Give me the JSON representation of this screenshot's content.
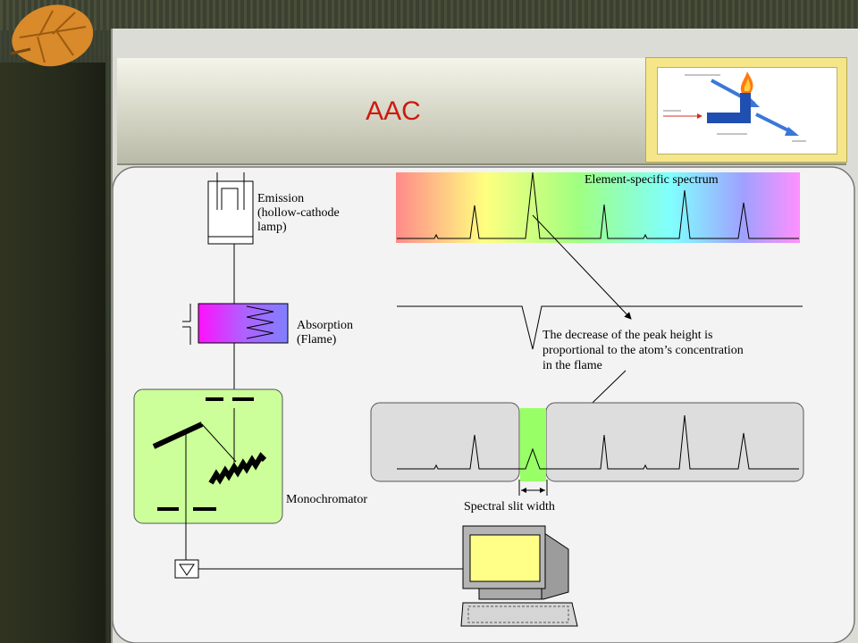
{
  "slide": {
    "title": "AAC"
  },
  "diagram": {
    "emission_label": [
      "Emission",
      "(hollow-cathode",
      "lamp)"
    ],
    "absorption_label": [
      "Absorption",
      "(Flame)"
    ],
    "monochromator_label": "Monochromator",
    "spectrum_label": "Element-specific spectrum",
    "note_lines": [
      "The decrease of the peak height is",
      "proportional to the atom’s concentration",
      "in the flame"
    ],
    "slit_label": "Spectral slit width"
  },
  "colors": {
    "title_red": "#cc1a10",
    "panel_bg": "#f3f3f3",
    "mono_green": "#ccff99",
    "slit_green": "#99ff66",
    "monitor_yellow": "#ffff88"
  },
  "icons": [
    "leaf-icon",
    "detector-icon",
    "computer-icon",
    "keyboard-icon",
    "flame-icon"
  ]
}
